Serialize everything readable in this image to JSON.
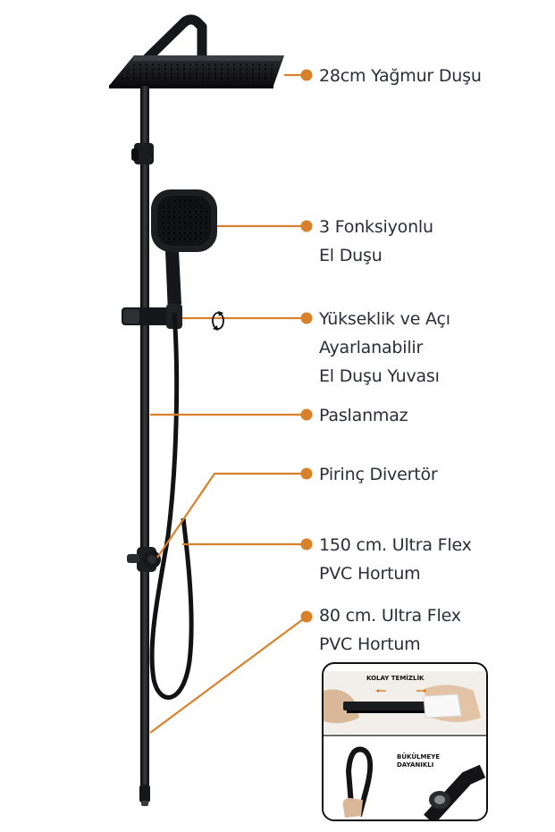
{
  "colors": {
    "accent": "#d9802b",
    "product": "#16171a",
    "text": "#2b2d3a"
  },
  "labels": {
    "rain_shower": [
      "28cm Yağmur Duşu"
    ],
    "hand_shower": [
      "3 Fonksiyonlu",
      "El Duşu"
    ],
    "holder": [
      "Yükseklik ve Açı",
      "Ayarlanabilir",
      "El Duşu Yuvası"
    ],
    "stainless": [
      "Paslanmaz"
    ],
    "diverter": [
      "Pirinç Divertör"
    ],
    "hose_150": [
      "150 cm. Ultra Flex",
      "PVC Hortum"
    ],
    "hose_80": [
      "80 cm. Ultra Flex",
      "PVC Hortum"
    ]
  },
  "inset": {
    "easy_clean": "KOLAY TEMİZLİK",
    "kink_resistant_1": "BÜKÜLMEYE",
    "kink_resistant_2": "DAYANIKLI"
  },
  "icons": {
    "rotate": "rotate-arrow-icon"
  }
}
